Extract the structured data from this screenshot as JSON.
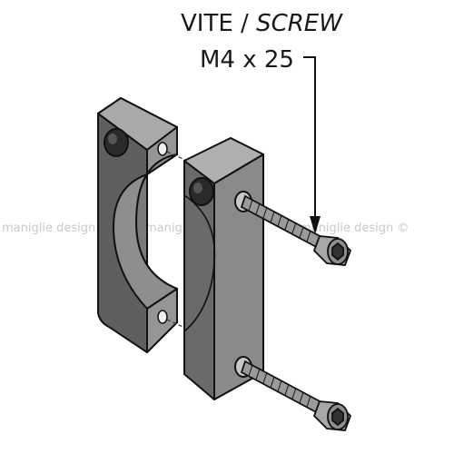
{
  "label": {
    "line1_plain": "VITE / ",
    "line1_italic": "SCREW",
    "line2": "M4 x 25"
  },
  "watermark": {
    "text": "maniglie design ©",
    "repeats": [
      "maniglie design ©",
      "maniglie design ©",
      "maniglie design ©"
    ]
  },
  "colors": {
    "metal_dark": "#6a6a6a",
    "metal_mid": "#8c8c8c",
    "metal_light": "#b3b3b3",
    "outline": "#111111",
    "screw": "#9a9a9a"
  }
}
